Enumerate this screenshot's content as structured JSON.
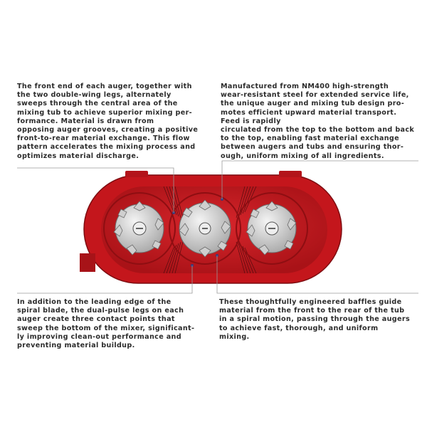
{
  "callouts": {
    "top_left": "The front end of each auger, together with\nthe two double-wing legs, alternately\nsweeps through the central area of the\nmixing tub to achieve superior mixing per-\nformance. Material is drawn from\nopposing auger grooves, creating a positive\nfront-to-rear material exchange. This flow\npattern accelerates the mixing process and\noptimizes material discharge.",
    "top_right": "Manufactured from NM400 high-strength\nwear-resistant steel for extended service life,\nthe unique auger and mixing tub design pro-\nmotes efficient upward material transport.\nFeed is rapidly\ncirculated from the top to the bottom and back\nto the top, enabling fast material exchange\nbetween augers and tubs and ensuring thor-\nough, uniform mixing of all ingredients.",
    "bottom_left": "In addition to the leading edge of the\nspiral blade, the dual-pulse legs on each\nauger create three contact points that\nsweep the bottom of the mixer, significant-\nly improving clean-out performance and\npreventing material buildup.",
    "bottom_right": "These thoughtfully engineered baffles guide\nmaterial from the front to the rear of the tub\nin a spiral motion, passing through the augers\nto achieve fast, thorough, and uniform\nmixing."
  },
  "colors": {
    "tub_red": "#c4161c",
    "tub_dark": "#8e0e12",
    "auger_grey": "#d9d9d9",
    "leader_line": "#9a9a9a",
    "text": "#2b2b2b"
  }
}
